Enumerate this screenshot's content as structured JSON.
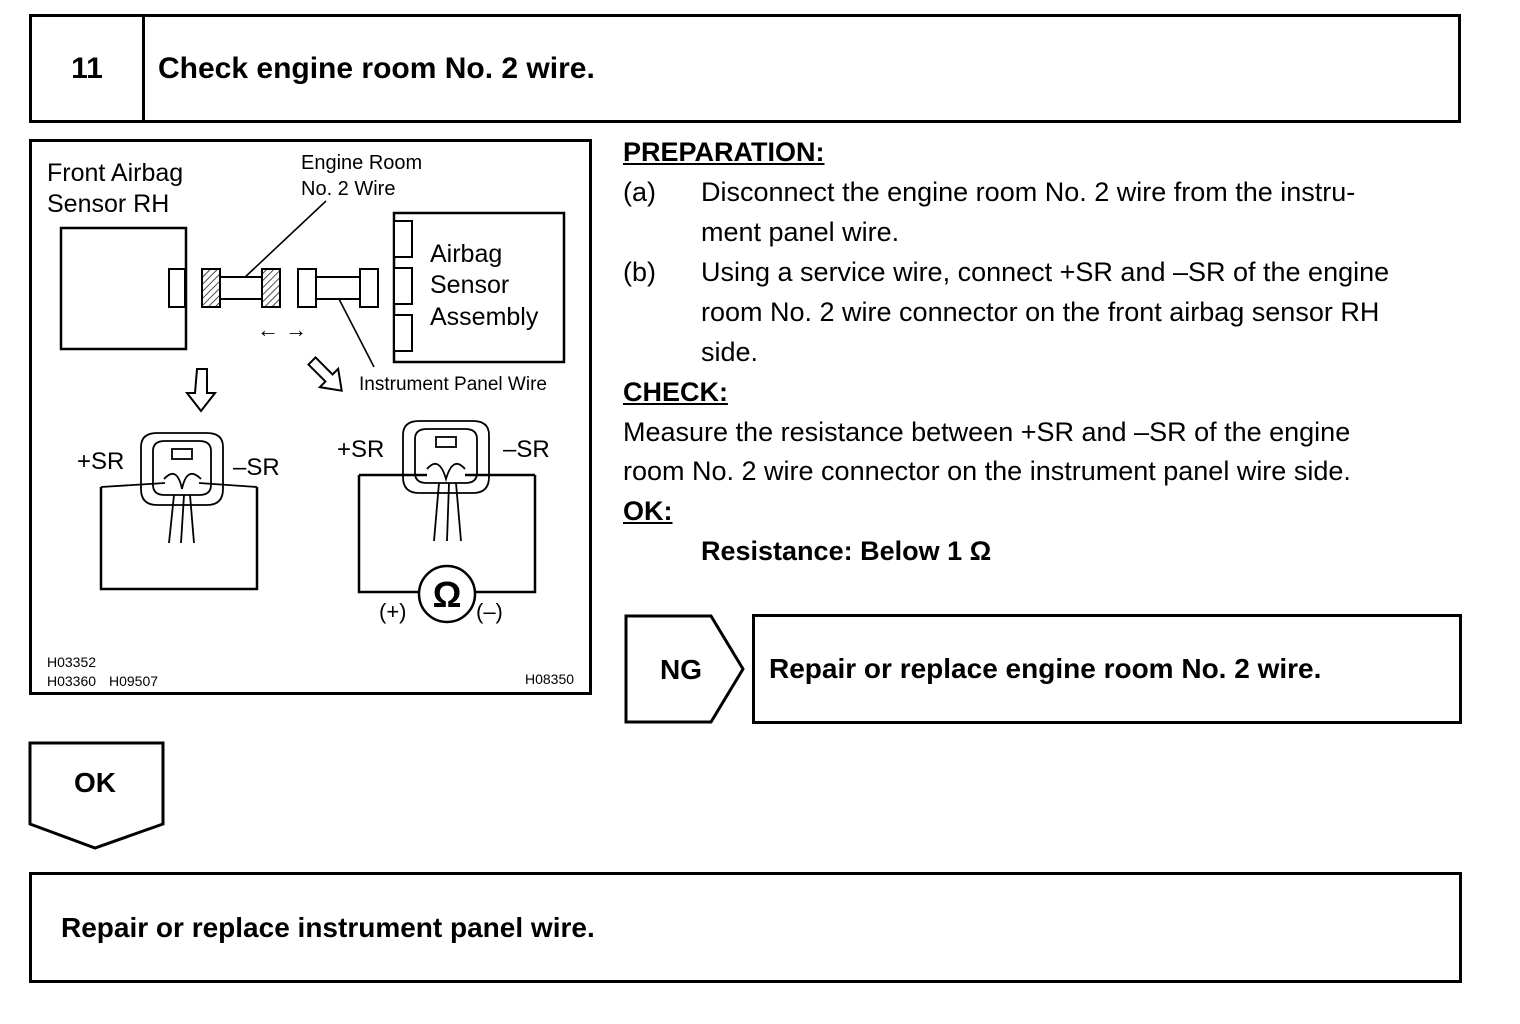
{
  "step": {
    "number": "11",
    "title": "Check engine room No. 2 wire."
  },
  "diagram": {
    "labels": {
      "front_airbag_sensor_line1": "Front Airbag",
      "front_airbag_sensor_line2": "Sensor RH",
      "engine_room_wire_line1": "Engine Room",
      "engine_room_wire_line2": "No. 2 Wire",
      "airbag_sensor_line1": "Airbag",
      "airbag_sensor_line2": "Sensor",
      "airbag_sensor_line3": "Assembly",
      "instrument_panel_wire": "Instrument Panel Wire",
      "left_plus_sr": "+SR",
      "left_minus_sr": "–SR",
      "right_plus_sr": "+SR",
      "right_minus_sr": "–SR",
      "ohm_symbol": "Ω",
      "meter_plus": "(+)",
      "meter_minus": "(–)",
      "arrows": "← →"
    },
    "codes": {
      "code_1": "H03352",
      "code_2": "H03360",
      "code_3": "H09507",
      "code_4": "H08350"
    }
  },
  "instructions": {
    "preparation_heading": "PREPARATION:",
    "item_a_label": "(a)",
    "item_a_line1": "Disconnect the engine room No. 2 wire from the instru-",
    "item_a_line2": "ment panel wire.",
    "item_b_label": "(b)",
    "item_b_line1": "Using a service wire, connect +SR and –SR of the engine",
    "item_b_line2": "room No. 2 wire connector on the front airbag sensor RH",
    "item_b_line3": "side.",
    "check_heading": "CHECK:",
    "check_line1": "Measure the resistance between +SR and –SR of the engine",
    "check_line2": "room No. 2 wire connector on the instrument panel wire side.",
    "ok_heading": "OK:",
    "ok_value": "Resistance: Below 1 Ω"
  },
  "ng_branch": {
    "label": "NG",
    "result": "Repair or replace engine room No. 2 wire."
  },
  "ok_branch": {
    "label": "OK",
    "result": "Repair or replace instrument panel wire."
  }
}
